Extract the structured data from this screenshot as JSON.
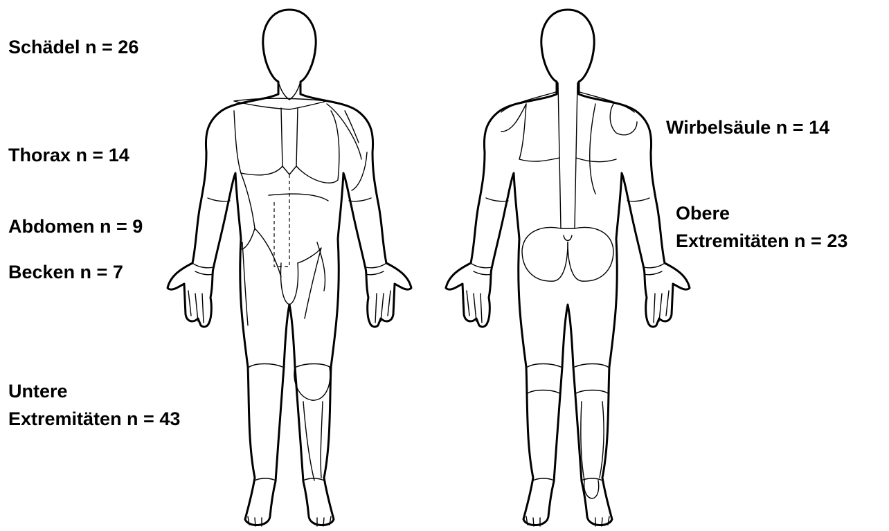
{
  "labels": {
    "skull": "Schädel n = 26",
    "thorax": "Thorax n = 14",
    "abdomen": "Abdomen n = 9",
    "pelvis": "Becken n = 7",
    "lower_line1": "Untere",
    "lower_line2": "Extremitäten n = 43",
    "spine": "Wirbelsäule n = 14",
    "upper_line1": "Obere",
    "upper_line2": "Extremitäten n = 23"
  },
  "colors": {
    "text": "#000000",
    "outline": "#000000",
    "background": "#ffffff"
  }
}
